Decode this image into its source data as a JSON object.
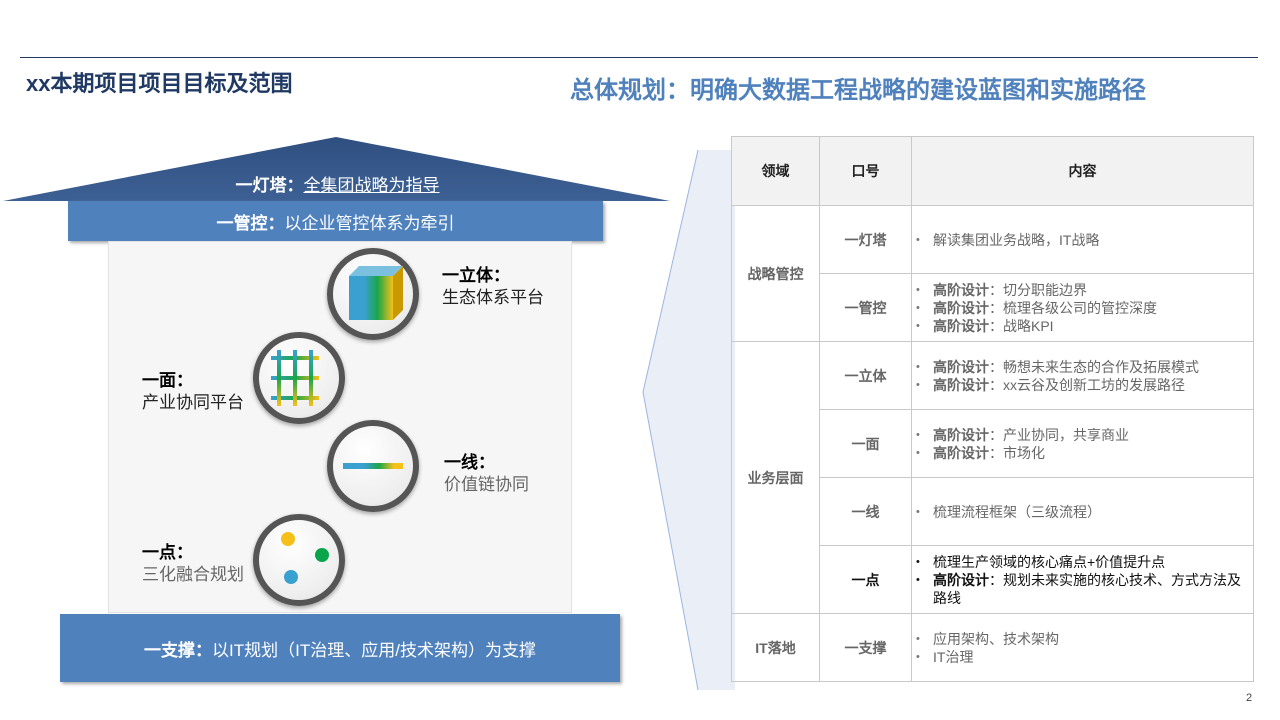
{
  "header": {
    "title": "xx本期项目项目目标及范围",
    "subtitle": "总体规划：明确大数据工程战略的建设蓝图和实施路径"
  },
  "house": {
    "roof": {
      "key": "一灯塔：",
      "text": "全集团战略为指导"
    },
    "mgmt": {
      "key": "一管控：",
      "text": "以企业管控体系为牵引"
    },
    "items": [
      {
        "key": "一立体：",
        "text": "生态体系平台",
        "icon": "cube-icon"
      },
      {
        "key": "一面：",
        "text": "产业协同平台",
        "icon": "grid-icon"
      },
      {
        "key": "一线：",
        "text": "价值链协同",
        "icon": "line-icon"
      },
      {
        "key": "一点：",
        "text": "三化融合规划",
        "icon": "dots-icon"
      }
    ],
    "support": {
      "key": "一支撑：",
      "text": "以IT规划（IT治理、应用/技术架构）为支撑"
    }
  },
  "table": {
    "headers": [
      "领域",
      "口号",
      "内容"
    ],
    "areas": [
      "战略管控",
      "业务层面",
      "IT落地"
    ],
    "rows": [
      {
        "slogan": "一灯塔",
        "items": [
          {
            "text": "解读集团业务战略，IT战略"
          }
        ]
      },
      {
        "slogan": "一管控",
        "items": [
          {
            "bold": "高阶设计",
            "text": "：切分职能边界"
          },
          {
            "bold": "高阶设计",
            "text": "：梳理各级公司的管控深度"
          },
          {
            "bold": "高阶设计",
            "text": "：战略KPI"
          }
        ]
      },
      {
        "slogan": "一立体",
        "items": [
          {
            "bold": "高阶设计",
            "text": "：畅想未来生态的合作及拓展模式"
          },
          {
            "bold": "高阶设计",
            "text": "：xx云谷及创新工坊的发展路径"
          }
        ]
      },
      {
        "slogan": "一面",
        "items": [
          {
            "bold": "高阶设计",
            "text": "：产业协同，共享商业"
          },
          {
            "bold": "高阶设计",
            "text": "：市场化"
          }
        ]
      },
      {
        "slogan": "一线",
        "items": [
          {
            "text": "梳理流程框架（三级流程）"
          }
        ]
      },
      {
        "slogan": "一点",
        "items": [
          {
            "text": "梳理生产领域的核心痛点+价值提升点"
          },
          {
            "bold": "高阶设计",
            "text": "：规划未来实施的核心技术、方式方法及路线"
          }
        ]
      },
      {
        "slogan": "一支撑",
        "items": [
          {
            "text": "应用架构、技术架构"
          },
          {
            "text": "IT治理"
          }
        ]
      }
    ]
  },
  "page_number": "2"
}
